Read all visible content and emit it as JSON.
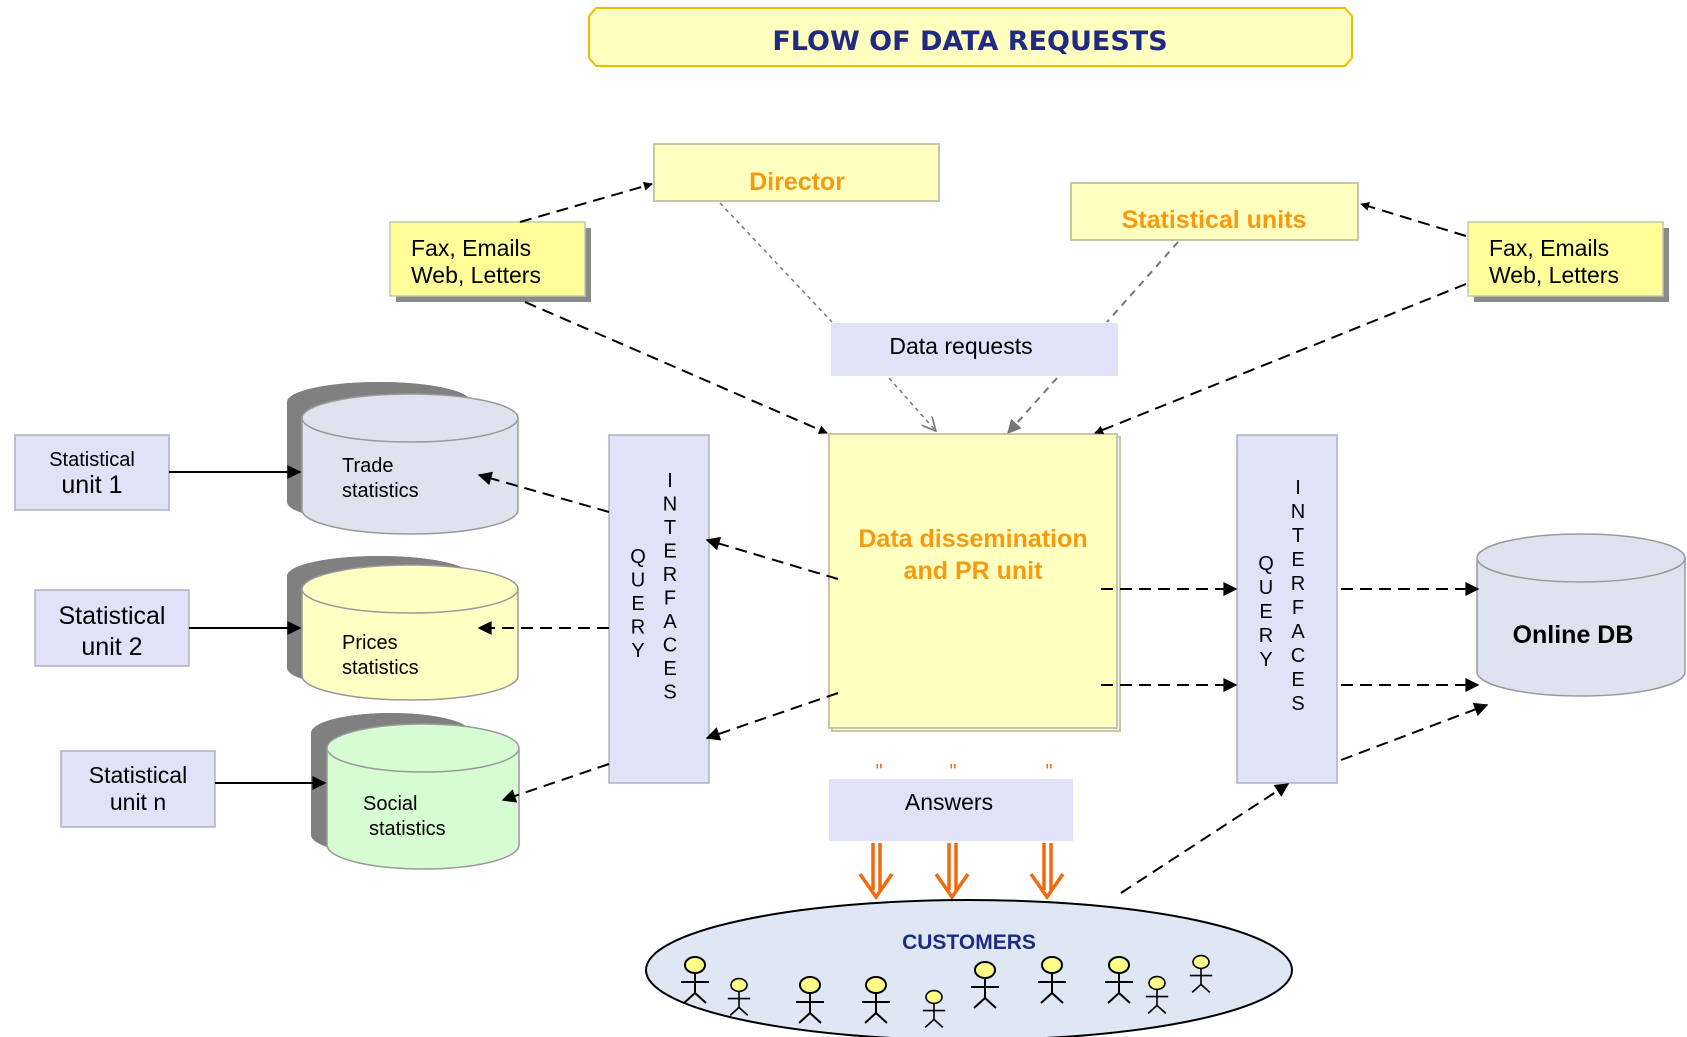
{
  "title": "FLOW OF DATA REQUESTS",
  "director": "Director",
  "statistical_units": "Statistical units",
  "fax_left": {
    "line1": "Fax, Emails",
    "line2": "Web, Letters"
  },
  "fax_right": {
    "line1": "Fax, Emails",
    "line2": "Web, Letters"
  },
  "data_requests": "Data requests",
  "dissemination": {
    "line1": "Data dissemination",
    "line2": "and PR unit"
  },
  "unit1": {
    "line1": "Statistical",
    "line2": "unit 1"
  },
  "unit2": {
    "line1": "Statistical",
    "line2": "unit 2"
  },
  "unitn": {
    "line1": "Statistical",
    "line2": "unit n"
  },
  "db_trade": {
    "line1": "Trade",
    "line2": "statistics"
  },
  "db_prices": {
    "line1": "Prices",
    "line2": "statistics"
  },
  "db_social": {
    "line1": "Social",
    "line2": "statistics"
  },
  "query_left": {
    "col1": [
      "Q",
      "U",
      "E",
      "R",
      "Y"
    ],
    "col2": [
      "I",
      "N",
      "T",
      "E",
      "R",
      "F",
      "A",
      "C",
      "E",
      "S"
    ]
  },
  "query_right": {
    "col1": [
      "Q",
      "U",
      "E",
      "R",
      "Y"
    ],
    "col2": [
      "I",
      "N",
      "T",
      "E",
      "R",
      "F",
      "A",
      "C",
      "E",
      "S"
    ]
  },
  "online_db": "Online DB",
  "answers": "Answers",
  "quote_mark": "\"",
  "customers": "CUSTOMERS",
  "colors": {
    "title_fill": "#ffffc0",
    "yellow_box": "#ffffc0",
    "note_yellow": "#ffff99",
    "lavender": "#e1e1f8",
    "orange_text": "#f79a12",
    "arrow_orange": "#f06a10",
    "db_trade": "#dfe3f0",
    "db_prices": "#ffffc4",
    "db_social": "#d7fbd2",
    "customers_fill": "#dfe6f4"
  }
}
